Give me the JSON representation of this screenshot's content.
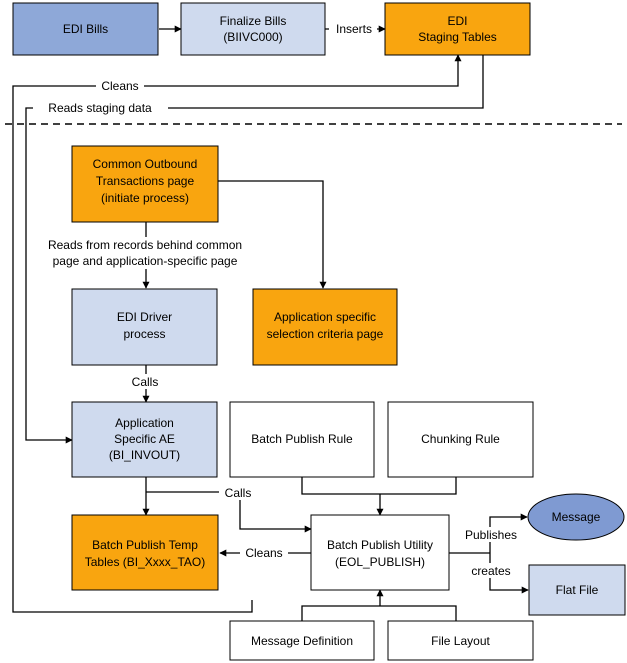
{
  "colors": {
    "edi_bills": "#8ea8d8",
    "light_blue": "#cfdaee",
    "orange": "#f9a50f",
    "white": "#ffffff",
    "oval": "#7f9ad2"
  },
  "nodes": {
    "edi_bills": [
      "EDI Bills"
    ],
    "finalize_bills": [
      "Finalize Bills",
      "(BIIVC000)"
    ],
    "staging_tables": [
      "EDI",
      "Staging Tables"
    ],
    "common_outbound": [
      "Common Outbound",
      "Transactions page",
      "(initiate process)"
    ],
    "edi_driver": [
      "EDI Driver",
      "process"
    ],
    "app_selection": [
      "Application specific",
      "selection criteria page"
    ],
    "app_ae": [
      "Application",
      "Specific AE",
      "(BI_INVOUT)"
    ],
    "batch_publish_rule": [
      "Batch Publish Rule"
    ],
    "chunking_rule": [
      "Chunking Rule"
    ],
    "temp_tables": [
      "Batch Publish Temp",
      "Tables (BI_Xxxx_TAO)"
    ],
    "publish_utility": [
      "Batch Publish Utility",
      "(EOL_PUBLISH)"
    ],
    "message": [
      "Message"
    ],
    "flat_file": [
      "Flat File"
    ],
    "message_definition": [
      "Message Definition"
    ],
    "file_layout": [
      "File Layout"
    ]
  },
  "edges": {
    "inserts": "Inserts",
    "cleans_top": "Cleans",
    "reads_staging": "Reads staging data",
    "reads_records": [
      "Reads from records behind common",
      "page and application-specific page"
    ],
    "calls_driver": "Calls",
    "calls_ae": "Calls",
    "cleans_temp": "Cleans",
    "publishes": "Publishes",
    "creates": "creates"
  }
}
